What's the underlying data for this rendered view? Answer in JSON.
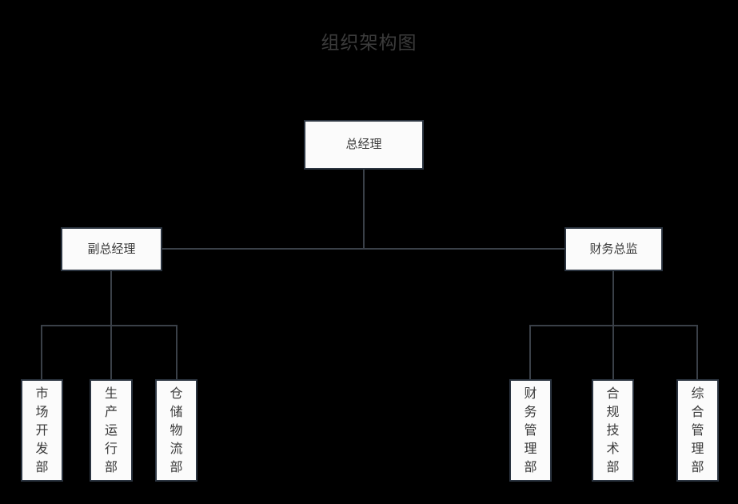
{
  "title": "组织架构图",
  "theme": {
    "background": "#000000",
    "title_color": "#3c3c3c",
    "node_fill": "#fbfbfb",
    "node_border": "#2b3440",
    "node_text": "#3a3a3a",
    "connector": "#3a4048"
  },
  "org_chart": {
    "type": "tree",
    "root": {
      "label": "总经理",
      "children": [
        {
          "label": "副总经理",
          "children": [
            {
              "label": "市场开发部"
            },
            {
              "label": "生产运行部"
            },
            {
              "label": "仓储物流部"
            }
          ]
        },
        {
          "label": "财务总监",
          "children": [
            {
              "label": "财务管理部"
            },
            {
              "label": "合规技术部"
            },
            {
              "label": "综合管理部"
            }
          ]
        }
      ]
    }
  },
  "nodes": {
    "level1": {
      "general_manager": "总经理"
    },
    "level2": {
      "deputy_general_manager": "副总经理",
      "finance_director": "财务总监"
    },
    "level3_left": {
      "market_development": "市场开发部",
      "production_operations": "生产运行部",
      "warehouse_logistics": "仓储物流部"
    },
    "level3_right": {
      "financial_management": "财务管理部",
      "compliance_technology": "合规技术部",
      "general_administration": "综合管理部"
    }
  }
}
